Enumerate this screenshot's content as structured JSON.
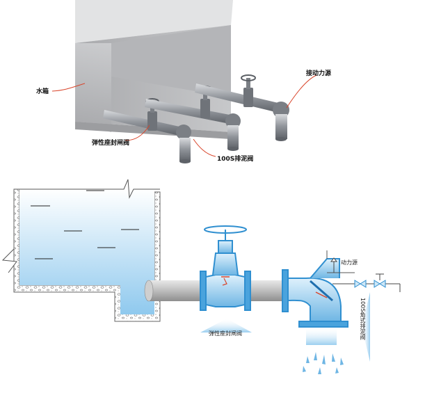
{
  "top_diagram": {
    "tank_label": "水箱",
    "gate_valve_label": "弹性座封闸阀",
    "drain_valve_label": "100S排泥阀",
    "power_source_label": "接动力源"
  },
  "bottom_diagram": {
    "gate_valve_label": "弹性座封闸阀",
    "power_source_label": "动力源",
    "drain_valve_label": "100S角式排泥阀"
  },
  "colors": {
    "tank_gray": "#b8b9bb",
    "pipe_gray": "#9fa3a8",
    "water_blue": "#bfe0f5",
    "valve_blue": "#2f8fd0",
    "leader_red": "#d9452b"
  }
}
